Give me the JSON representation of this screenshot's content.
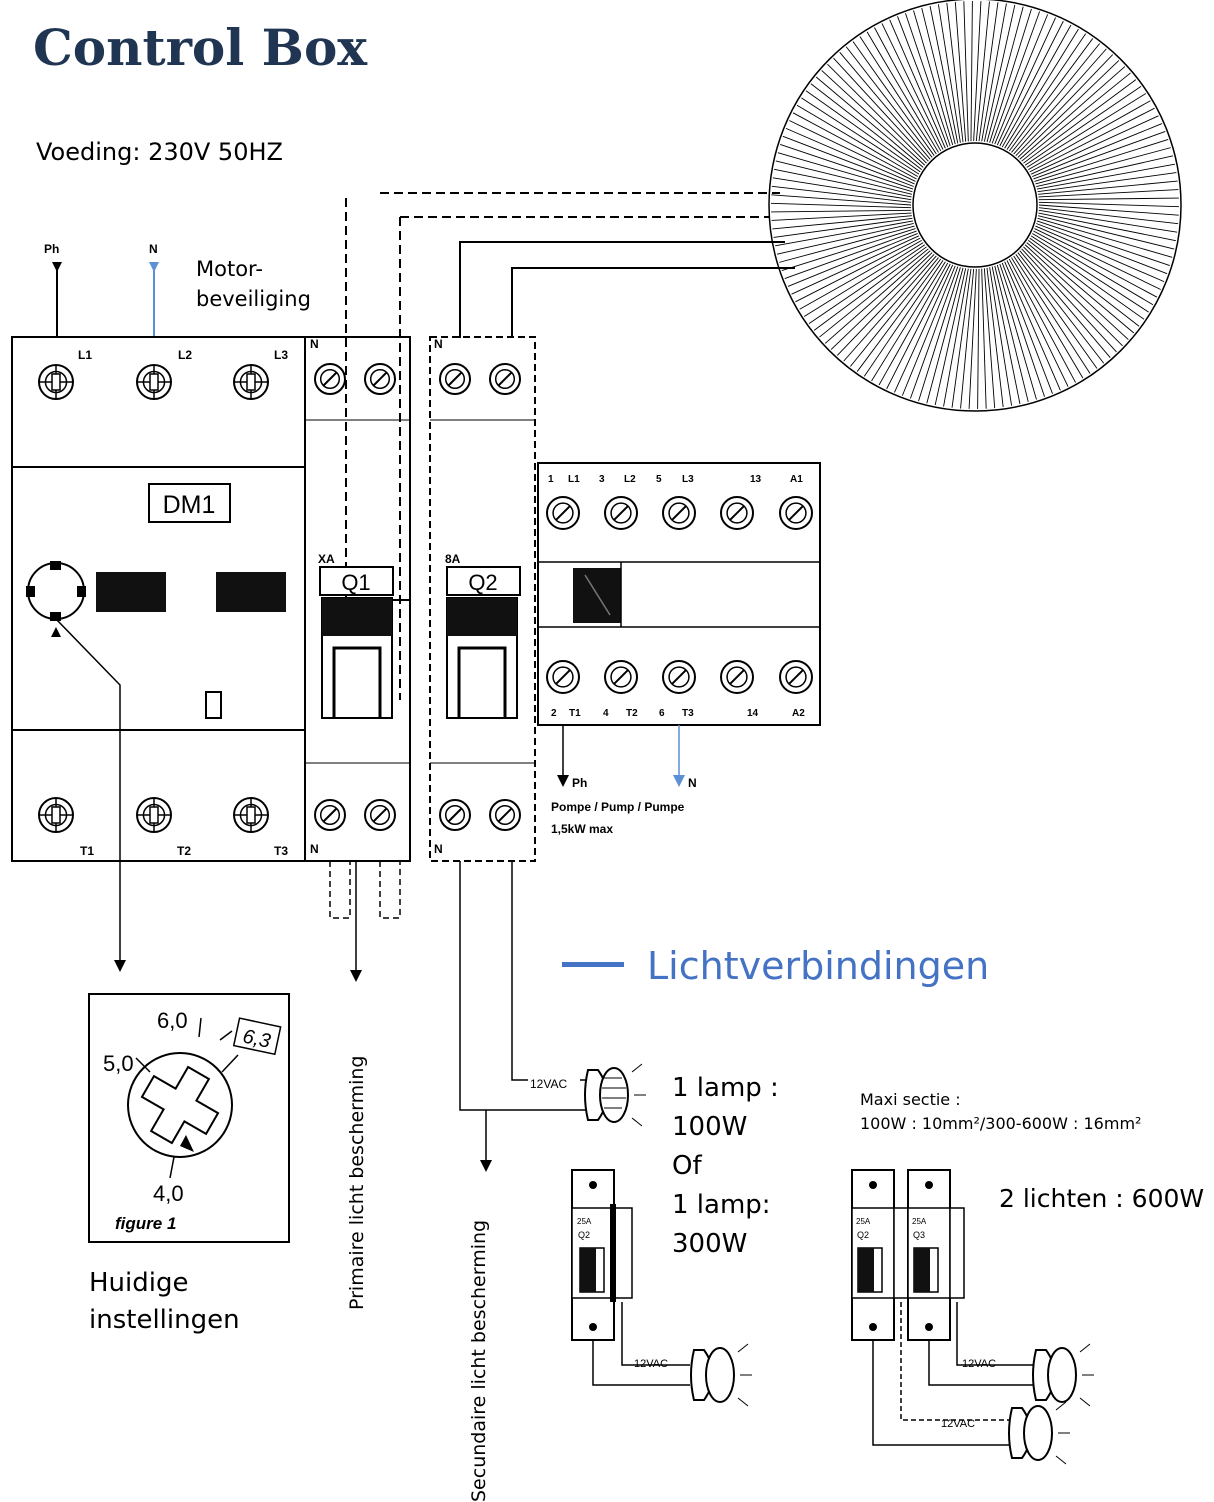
{
  "title": "Control Box",
  "power_supply": "Voeding: 230V 50HZ",
  "motor_protection": [
    "Motor-",
    "beveiliging"
  ],
  "dm1": {
    "label": "DM1",
    "top_terminals": [
      "L1",
      "L2",
      "L3"
    ],
    "bottom_terminals": [
      "T1",
      "T2",
      "T3"
    ],
    "phase_label": "Ph",
    "neutral_label": "N"
  },
  "breaker_q1": {
    "label": "Q1",
    "rating": "XA",
    "neutral_top": "N",
    "neutral_bottom": "N"
  },
  "breaker_q2": {
    "label": "Q2",
    "rating": "8A",
    "neutral_top": "N",
    "neutral_bottom": "N"
  },
  "contactor": {
    "top_labels": [
      "1",
      "L1",
      "3",
      "L2",
      "5",
      "L3",
      "13",
      "A1"
    ],
    "bottom_labels": [
      "2",
      "T1",
      "4",
      "T2",
      "6",
      "T3",
      "14",
      "A2"
    ]
  },
  "pump": {
    "phase": "Ph",
    "neutral": "N",
    "line1": "Pompe / Pump / Pumpe",
    "line2": "1,5kW max"
  },
  "dial": {
    "values": [
      "6,0",
      "5,0",
      "4,0"
    ],
    "boxed_value": "6,3",
    "caption": "figure 1"
  },
  "current_settings": [
    "Huidige",
    "instellingen"
  ],
  "primary_light_protection": "Primaire licht bescherming",
  "secondary_light_protection": "Secundaire licht bescherming",
  "legend": {
    "label": "Lichtverbindingen",
    "color": "#4472c4"
  },
  "lamp_options": [
    "1 lamp :",
    "100W",
    "Of",
    "1 lamp:",
    "300W"
  ],
  "max_section": {
    "line1": "Maxi sectie :",
    "line2": "100W : 10mm²/300-600W : 16mm²"
  },
  "two_lights": "2 lichten : 600W",
  "lamp_voltage": "12VAC",
  "mini_breakers": [
    {
      "rating": "25A",
      "label": "Q2"
    },
    {
      "rating": "25A",
      "label": "Q2"
    },
    {
      "rating": "25A",
      "label": "Q3"
    }
  ],
  "colors": {
    "title": "#1f3552",
    "neutral_wire": "#5b8fd6",
    "legend": "#4472c4"
  }
}
